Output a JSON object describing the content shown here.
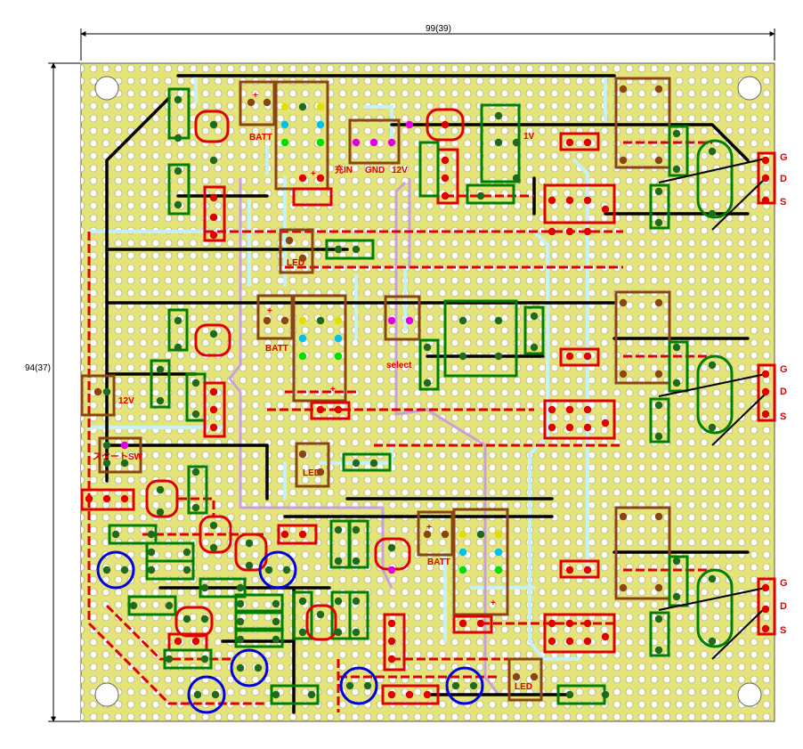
{
  "dimensions": {
    "width_label": "99(39)",
    "height_label": "94(37)"
  },
  "labels": {
    "batt": "BATT",
    "led": "LED",
    "v1": "1V",
    "v12": "12V",
    "gnd": "GND",
    "charge_in": "充IN",
    "select": "select",
    "start_sw": "スタートSW",
    "plus": "+"
  },
  "mosfet_pins": [
    "G",
    "D",
    "S"
  ],
  "colors": {
    "board": "#e4e47a",
    "hole": "#ffffff",
    "trace_red": "#e00000",
    "trace_black": "#000000",
    "jumper_cyan": "#c8f0f8",
    "wire_violet": "#c8a0e0",
    "part_brown": "#8b4513",
    "part_green": "#008000",
    "part_red": "#e00000",
    "part_blue": "#0000e0",
    "pad_dark": "#1e6b1e"
  }
}
